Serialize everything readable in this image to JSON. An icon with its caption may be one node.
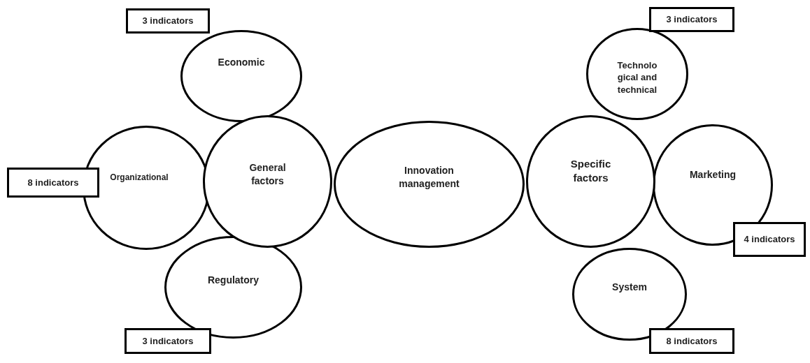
{
  "diagram": {
    "nodes": [
      {
        "text": [
          "3 indicators"
        ]
      },
      {
        "text": [
          "Economic"
        ]
      },
      {
        "text": [
          "Organizational"
        ]
      },
      {
        "text": [
          "8 indicators"
        ]
      },
      {
        "text": [
          "General factors"
        ]
      },
      {
        "text": [
          "Innovation management"
        ]
      },
      {
        "text": [
          "Regulatory"
        ]
      },
      {
        "text": [
          "3 indicators"
        ]
      },
      {
        "text": [
          "3 indicators"
        ]
      },
      {
        "text": [
          "Technolo gical and technical"
        ]
      },
      {
        "text": [
          "Specific factors"
        ]
      },
      {
        "text": [
          "Marketing"
        ]
      },
      {
        "text": [
          "4 indicators"
        ]
      },
      {
        "text": [
          "System"
        ]
      },
      {
        "text": [
          "8 indicators"
        ]
      }
    ],
    "edges": []
  }
}
